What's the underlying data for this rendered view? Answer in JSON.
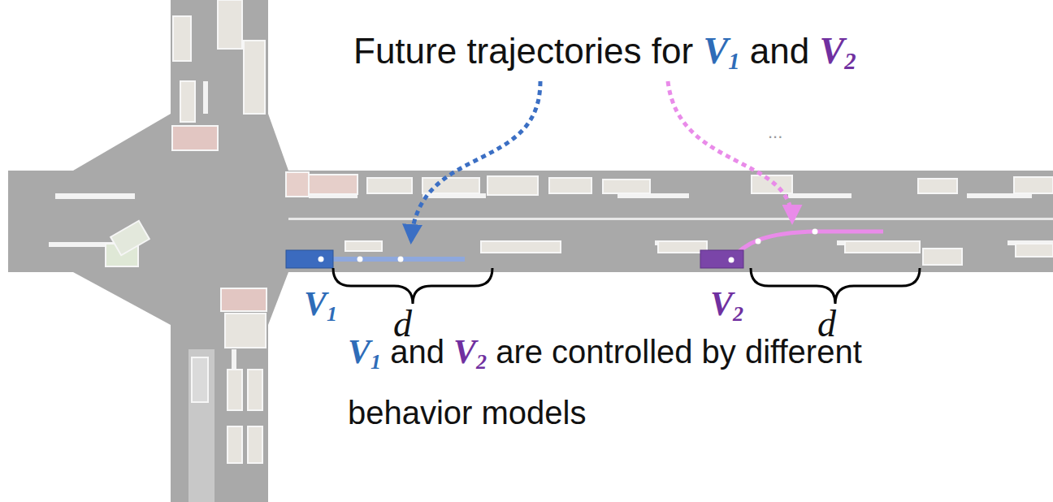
{
  "diagram": {
    "labels": [
      "Future trajectories for V1 and V2",
      "...",
      "V1",
      "d",
      "V2",
      "d",
      "V1 and V2 are controlled by different behavior models"
    ]
  }
}
